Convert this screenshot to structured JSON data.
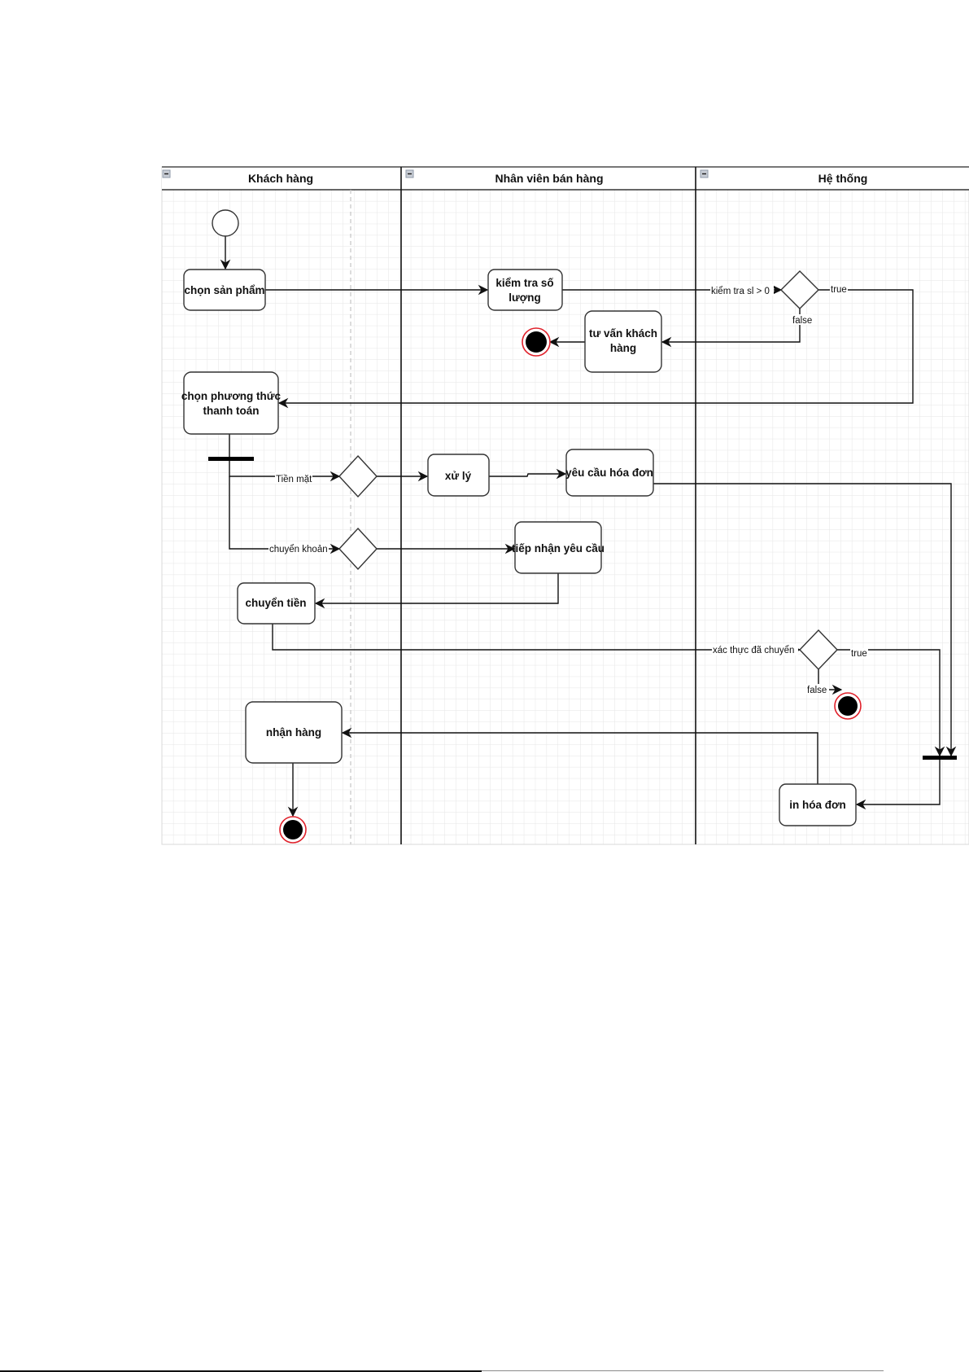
{
  "diagram": {
    "type": "UML activity diagram (swimlanes)",
    "lanes": [
      {
        "id": "khach-hang",
        "title": "Khách hàng"
      },
      {
        "id": "nhan-vien",
        "title": "Nhân viên bán hàng"
      },
      {
        "id": "he-thong",
        "title": "Hệ thống"
      }
    ],
    "actions": {
      "chon_san_pham": [
        "chọn sản phẩm"
      ],
      "kiem_tra_so_luong": [
        "kiểm tra số",
        "lượng"
      ],
      "tu_van": [
        "tư vấn khách",
        "hàng"
      ],
      "chon_phuong_thuc": [
        "chọn phương thức",
        "thanh toán"
      ],
      "xu_ly": [
        "xử lý"
      ],
      "yeu_cau_hoa_don": [
        "yêu cầu hóa đơn"
      ],
      "tiep_nhan": [
        "tiếp nhận yêu cầu"
      ],
      "chuyen_tien": [
        "chuyển tiền"
      ],
      "nhan_hang": [
        "nhận hàng"
      ],
      "in_hoa_don": [
        "in hóa đơn"
      ]
    },
    "edge_labels": {
      "kiem_tra_sl": "kiểm tra sl > 0",
      "true1": "true",
      "false1": "false",
      "tien_mat": "Tiền mặt",
      "chuyen_khoan": "chuyển khoản",
      "xac_thuc": "xác thực đã chuyển",
      "true2": "true",
      "false2": "false"
    },
    "colors": {
      "line": "#111111",
      "final_ring": "#e0202a",
      "grid": "#e4e4e4",
      "collapse_icon": "#8f9aa8"
    }
  }
}
